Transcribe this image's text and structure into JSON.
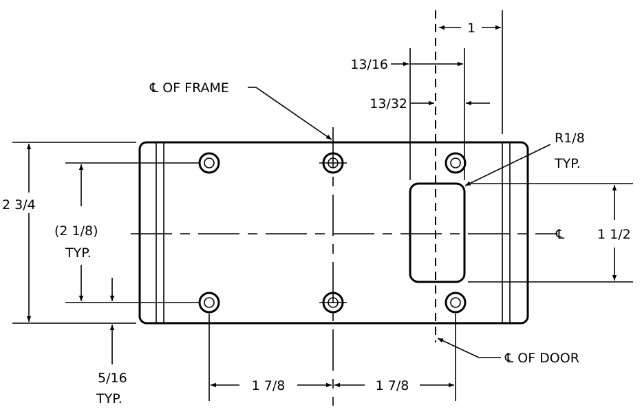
{
  "labels": {
    "width_1": "1",
    "slot_13_16": "13/16",
    "offset_13_32": "13/32",
    "frame_cl": "℄ OF FRAME",
    "radius_1": "R1/8",
    "radius_2": "TYP.",
    "height_2_3_4": "2 3/4",
    "hole_spacing_1": "(2 1/8)",
    "hole_spacing_2": "TYP.",
    "centerline_mark": "℄",
    "slot_height": "1 1/2",
    "edge_1": "5/16",
    "edge_2": "TYP.",
    "hole_span_left": "1 7/8",
    "hole_span_right": "1 7/8",
    "door_cl": "℄ OF DOOR"
  }
}
